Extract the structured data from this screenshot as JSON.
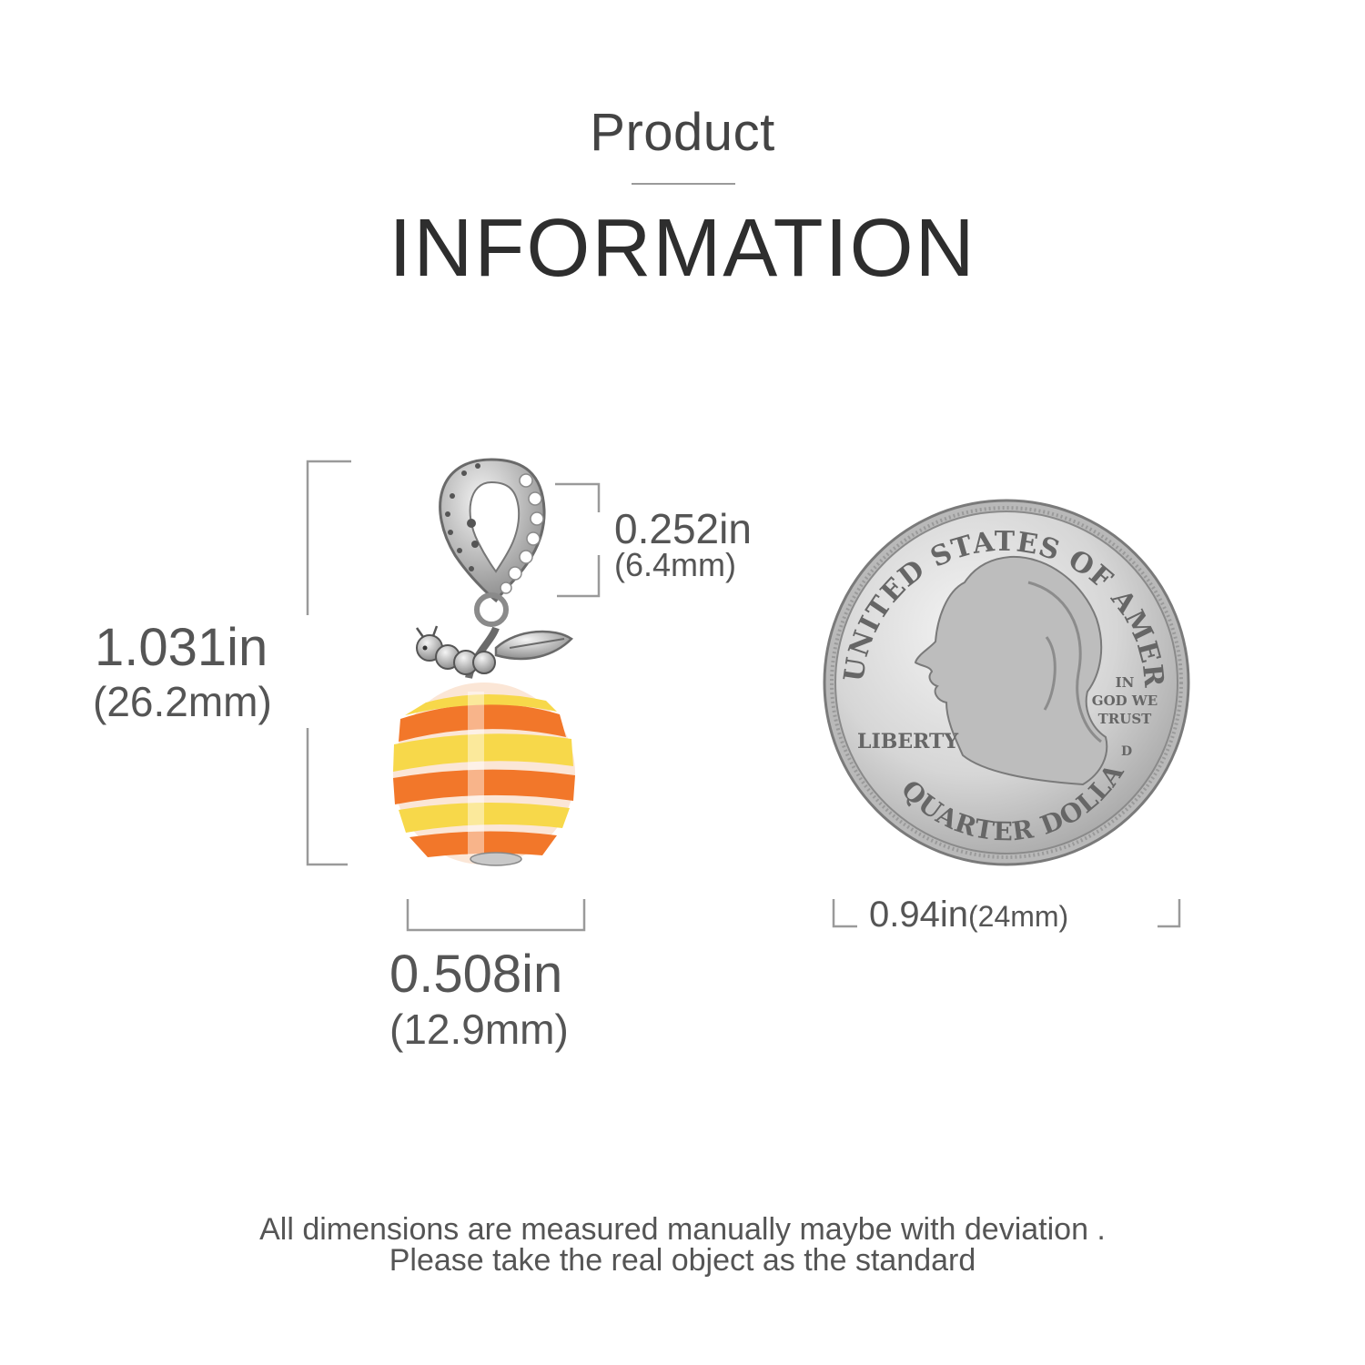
{
  "header": {
    "subtitle": "Product",
    "title": "INFORMATION"
  },
  "dimensions": {
    "height": {
      "inch": "1.031in",
      "mm": "(26.2mm)"
    },
    "bail": {
      "inch": "0.252in",
      "mm": "(6.4mm)"
    },
    "width": {
      "inch": "0.508in",
      "mm": "(12.9mm)"
    },
    "coin": {
      "inch": "0.94in",
      "mm": "(24mm)"
    }
  },
  "coin": {
    "top_text": "UNITED STATES OF AMERICA",
    "bottom_text": "QUARTER DOLLAR",
    "liberty": "LIBERTY",
    "motto": [
      "IN",
      "GOD WE",
      "TRUST"
    ],
    "mint_mark": "D"
  },
  "footer": {
    "line1": "All dimensions are measured manually maybe with deviation .",
    "line2": "Please take the real object as the standard"
  },
  "colors": {
    "orange": "#f2772a",
    "yellow": "#f7d84a",
    "silver": "#c9c9c9",
    "line": "#9a9a9a"
  }
}
